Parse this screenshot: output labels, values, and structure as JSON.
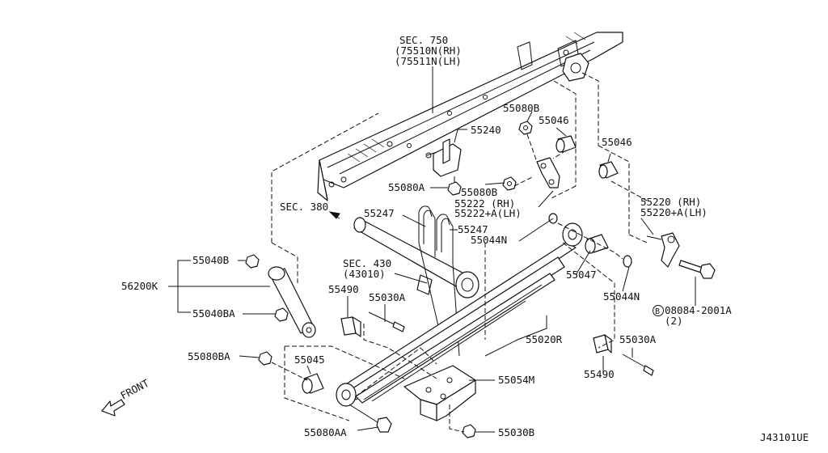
{
  "labels": {
    "sec750": "SEC. 750",
    "p75510n": "(75510N(RH)",
    "p75511n": "(75511N(LH)",
    "p55080b_top": "55080B",
    "p55240": "55240",
    "p55046_a": "55046",
    "p55046_b": "55046",
    "p55080a": "55080A",
    "p55080b_mid": "55080B",
    "p55222": "55222  (RH)",
    "p55222a": "55222+A(LH)",
    "p55220": "55220  (RH)",
    "p55220a": "55220+A(LH)",
    "sec380": "SEC. 380",
    "p55247_a": "55247",
    "p55247_b": "55247",
    "p55044n_a": "55044N",
    "p55044n_b": "55044N",
    "p55040b": "55040B",
    "sec430": "SEC. 430",
    "p43010": "(43010)",
    "p55047": "55047",
    "p56200k": "56200K",
    "p55490_a": "55490",
    "p55030a_a": "55030A",
    "p55040ba": "55040BA",
    "bolt_circle": "B",
    "p08084": "08084-2001A",
    "qty2": "(2)",
    "p55020r": "55020R",
    "p55030a_b": "55030A",
    "p55080ba": "55080BA",
    "p55045": "55045",
    "p55054m": "55054M",
    "p55490_b": "55490",
    "front": "FRONT",
    "p55080aa": "55080AA",
    "p55030b": "55030B",
    "diagram_id": "J43101UE"
  }
}
